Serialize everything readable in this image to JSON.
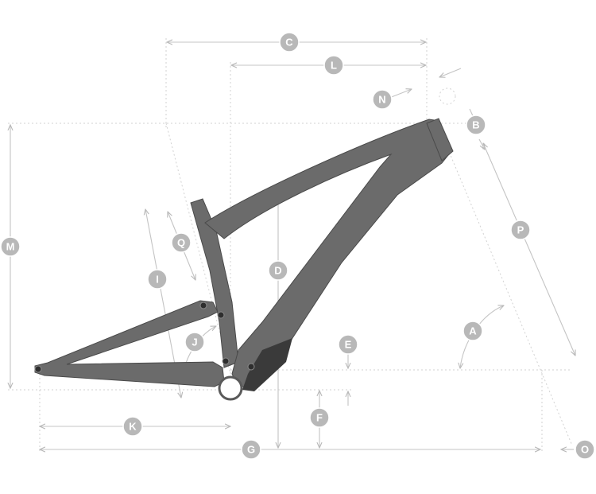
{
  "labels": {
    "A": "A",
    "B": "B",
    "C": "C",
    "D": "D",
    "E": "E",
    "F": "F",
    "G": "G",
    "I": "I",
    "J": "J",
    "K": "K",
    "L": "L",
    "M": "M",
    "N": "N",
    "O": "O",
    "P": "P",
    "Q": "Q"
  },
  "colors": {
    "frame": "#6b6b6b",
    "frame_outline": "#4a4a4a",
    "dimension_line": "#c4c4c4",
    "badge": "#b8b8b8"
  }
}
